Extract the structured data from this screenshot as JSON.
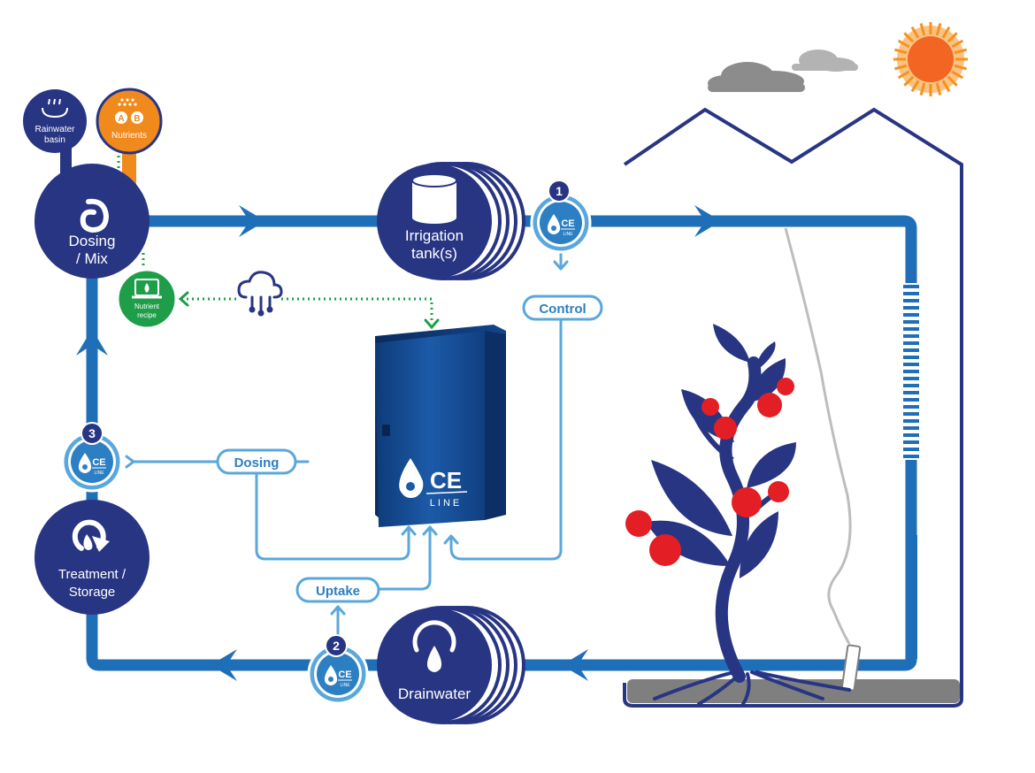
{
  "nodes": {
    "rainwater_basin": "Rainwater\nbasin",
    "nutrients": "Nutrients",
    "nutrients_a": "A",
    "nutrients_b": "B",
    "dosing_mix": "Dosing\n/ Mix",
    "irrigation_tank": "Irrigation\ntank(s)",
    "nutrient_recipe": "Nutrient\nrecipe",
    "treatment_storage": "Treatment /\nStorage",
    "drainwater": "Drainwater"
  },
  "sensors": [
    {
      "number": "1",
      "brand": "CE",
      "sub": "LINE"
    },
    {
      "number": "2",
      "brand": "CE",
      "sub": "LINE"
    },
    {
      "number": "3",
      "brand": "CE",
      "sub": "LINE"
    }
  ],
  "labels": {
    "control": "Control",
    "dosing": "Dosing",
    "uptake": "Uptake"
  },
  "cabinet": {
    "brand": "CE",
    "sub": "LINE"
  },
  "colors": {
    "pipe": "#1f6fb8",
    "navy": "#283583",
    "light_blue": "#5aa7dc",
    "orange": "#f08a1c",
    "green": "#1f9e4a",
    "tomato": "#e31e24",
    "sun": "#f6911e",
    "soil": "#7f7f7f"
  }
}
